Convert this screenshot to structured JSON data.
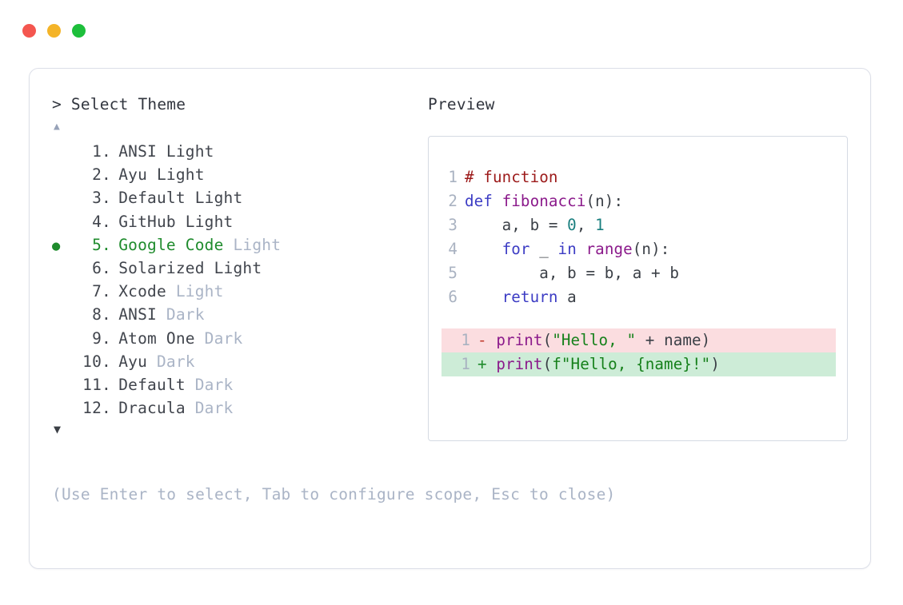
{
  "window": {
    "controls": [
      {
        "name": "close",
        "color": "#f4564f"
      },
      {
        "name": "minimize",
        "color": "#f4b428"
      },
      {
        "name": "maximize",
        "color": "#1dbf3b"
      }
    ]
  },
  "dialog": {
    "prompt_caret": ">",
    "prompt_title": "Select Theme",
    "scroll_up_glyph": "▲",
    "scroll_down_glyph": "▼",
    "selected_bullet": "●",
    "selected_index": 5,
    "accent_color": "#1e8b2c",
    "muted_color": "#aab4c6",
    "themes": [
      {
        "index": "1.",
        "name": "ANSI",
        "variant": "Light",
        "variant_muted": false,
        "selected": false
      },
      {
        "index": "2.",
        "name": "Ayu",
        "variant": "Light",
        "variant_muted": false,
        "selected": false
      },
      {
        "index": "3.",
        "name": "Default",
        "variant": "Light",
        "variant_muted": false,
        "selected": false
      },
      {
        "index": "4.",
        "name": "GitHub",
        "variant": "Light",
        "variant_muted": false,
        "selected": false
      },
      {
        "index": "5.",
        "name": "Google Code",
        "variant": "Light",
        "variant_muted": true,
        "selected": true
      },
      {
        "index": "6.",
        "name": "Solarized",
        "variant": "Light",
        "variant_muted": false,
        "selected": false
      },
      {
        "index": "7.",
        "name": "Xcode",
        "variant": "Light",
        "variant_muted": true,
        "selected": false
      },
      {
        "index": "8.",
        "name": "ANSI",
        "variant": "Dark",
        "variant_muted": true,
        "selected": false
      },
      {
        "index": "9.",
        "name": "Atom One",
        "variant": "Dark",
        "variant_muted": true,
        "selected": false
      },
      {
        "index": "10.",
        "name": "Ayu",
        "variant": "Dark",
        "variant_muted": true,
        "selected": false
      },
      {
        "index": "11.",
        "name": "Default",
        "variant": "Dark",
        "variant_muted": true,
        "selected": false
      },
      {
        "index": "12.",
        "name": "Dracula",
        "variant": "Dark",
        "variant_muted": true,
        "selected": false
      }
    ],
    "footer_hint": "(Use Enter to select, Tab to configure scope, Esc to close)"
  },
  "preview": {
    "label": "Preview",
    "code_lines": [
      {
        "n": "1",
        "tokens": [
          {
            "t": "# function",
            "c": "t-comment"
          }
        ]
      },
      {
        "n": "2",
        "tokens": [
          {
            "t": "def ",
            "c": "t-kw"
          },
          {
            "t": "fibonacci",
            "c": "t-fn"
          },
          {
            "t": "(n):",
            "c": "t-punct"
          }
        ]
      },
      {
        "n": "3",
        "tokens": [
          {
            "t": "    a, b = ",
            "c": "t-plain"
          },
          {
            "t": "0",
            "c": "t-num"
          },
          {
            "t": ", ",
            "c": "t-plain"
          },
          {
            "t": "1",
            "c": "t-num"
          }
        ]
      },
      {
        "n": "4",
        "tokens": [
          {
            "t": "    ",
            "c": "t-plain"
          },
          {
            "t": "for",
            "c": "t-kw"
          },
          {
            "t": " _ ",
            "c": "t-plain"
          },
          {
            "t": "in",
            "c": "t-kw"
          },
          {
            "t": " ",
            "c": "t-plain"
          },
          {
            "t": "range",
            "c": "t-fn"
          },
          {
            "t": "(n):",
            "c": "t-punct"
          }
        ]
      },
      {
        "n": "5",
        "tokens": [
          {
            "t": "        a, b = b, a + b",
            "c": "t-plain"
          }
        ]
      },
      {
        "n": "6",
        "tokens": [
          {
            "t": "    ",
            "c": "t-plain"
          },
          {
            "t": "return",
            "c": "t-kw"
          },
          {
            "t": " a",
            "c": "t-plain"
          }
        ]
      }
    ],
    "diff_lines": [
      {
        "n": "1",
        "kind": "del",
        "marker": "-",
        "tokens": [
          {
            "t": "print",
            "c": "t-fn"
          },
          {
            "t": "(",
            "c": "t-punct"
          },
          {
            "t": "\"Hello, \"",
            "c": "t-str"
          },
          {
            "t": " + name)",
            "c": "t-plain"
          }
        ]
      },
      {
        "n": "1",
        "kind": "add",
        "marker": "+",
        "tokens": [
          {
            "t": "print",
            "c": "t-fn"
          },
          {
            "t": "(",
            "c": "t-punct"
          },
          {
            "t": "f\"Hello, {name}!\"",
            "c": "t-str"
          },
          {
            "t": ")",
            "c": "t-punct"
          }
        ]
      }
    ]
  }
}
